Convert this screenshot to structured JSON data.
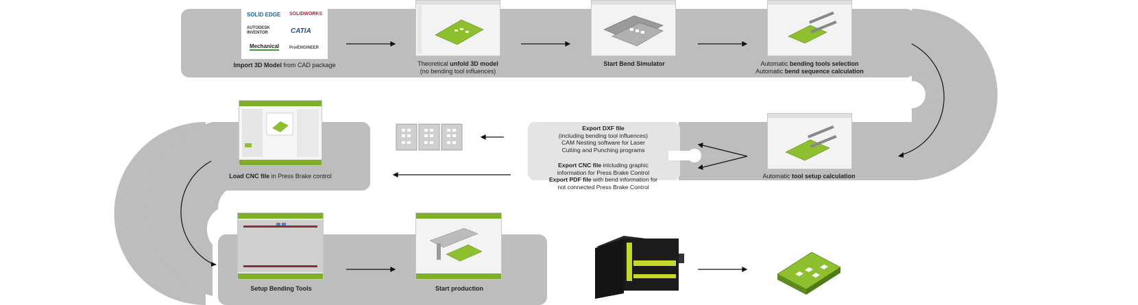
{
  "colors": {
    "flow_band": "#bdbdbd",
    "export_box": "#e4e4e4",
    "sheet_green": "#8dbf2e",
    "machine_black": "#1c1c1c",
    "machine_lime": "#c6d92a"
  },
  "steps": {
    "import": {
      "bold": "Import 3D Model",
      "rest": " from CAD package"
    },
    "unfold": {
      "pre": "Theoretical ",
      "bold": "unfold 3D model",
      "line2": "(no bending tool influences)"
    },
    "simulator": {
      "bold": "Start Bend Simulator"
    },
    "auto_tools": {
      "line1_pre": "Automatic ",
      "line1_bold": "bending tools selection",
      "line2_pre": "Automatic ",
      "line2_bold": "bend sequence calculation"
    },
    "tool_setup": {
      "pre": "Automatic ",
      "bold": "tool setup calculation"
    },
    "load_cnc": {
      "bold": "Load CNC file",
      "rest": " in Press Brake control"
    },
    "setup_tools": {
      "bold": "Setup Bending Tools"
    },
    "start_prod": {
      "bold": "Start production"
    }
  },
  "cad_logos": [
    "SOLID EDGE",
    "SOLIDWORKS",
    "AUTODESK INVENTOR",
    "CATIA",
    "Mechanical",
    "Pro/ENGINEER"
  ],
  "exports": {
    "dxf": {
      "title": "Export DXF file",
      "line2": "(including bending tool influences)",
      "line3": "CAM Nesting software for Laser",
      "line4": "Cutting and Punching programs"
    },
    "cnc": {
      "title_bold": "Export CNC file",
      "title_rest": " inlcluding graphic",
      "line2": "information for Press Brake Control",
      "pdf_bold": "Export PDF file",
      "pdf_rest": " with bend information for",
      "line4": "not connected Press Brake Control"
    }
  },
  "icons": {
    "flow_arrows": "arrow-right-icon",
    "curved_arrows": "curved-arrow-icon",
    "split_arrows": "split-arrow-icon"
  }
}
